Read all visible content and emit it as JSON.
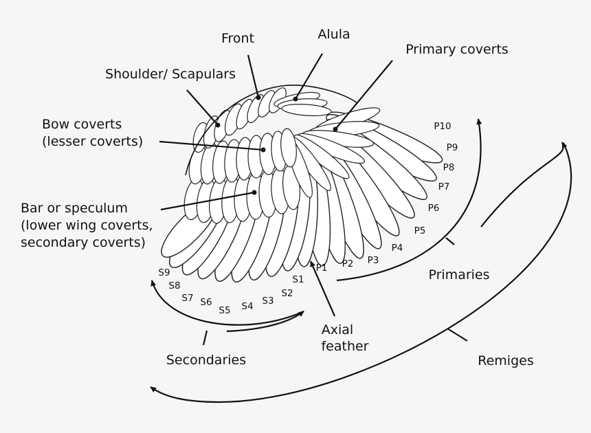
{
  "labels": {
    "front": "Front",
    "alula": "Alula",
    "primary_coverts": "Primary coverts",
    "shoulder": "Shoulder/ Scapulars",
    "bow_coverts_1": "Bow coverts",
    "bow_coverts_2": "(lesser coverts)",
    "bar_1": "Bar or speculum",
    "bar_2": "(lower wing coverts,",
    "bar_3": "secondary coverts)",
    "axial_1": "Axial",
    "axial_2": "feather",
    "secondaries": "Secondaries",
    "primaries": "Primaries",
    "remiges": "Remiges"
  },
  "primaries": [
    "P1",
    "P2",
    "P3",
    "P4",
    "P5",
    "P6",
    "P7",
    "P8",
    "P9",
    "P10"
  ],
  "secondaries": [
    "S1",
    "S2",
    "S3",
    "S4",
    "S5",
    "S6",
    "S7",
    "S8",
    "S9"
  ]
}
